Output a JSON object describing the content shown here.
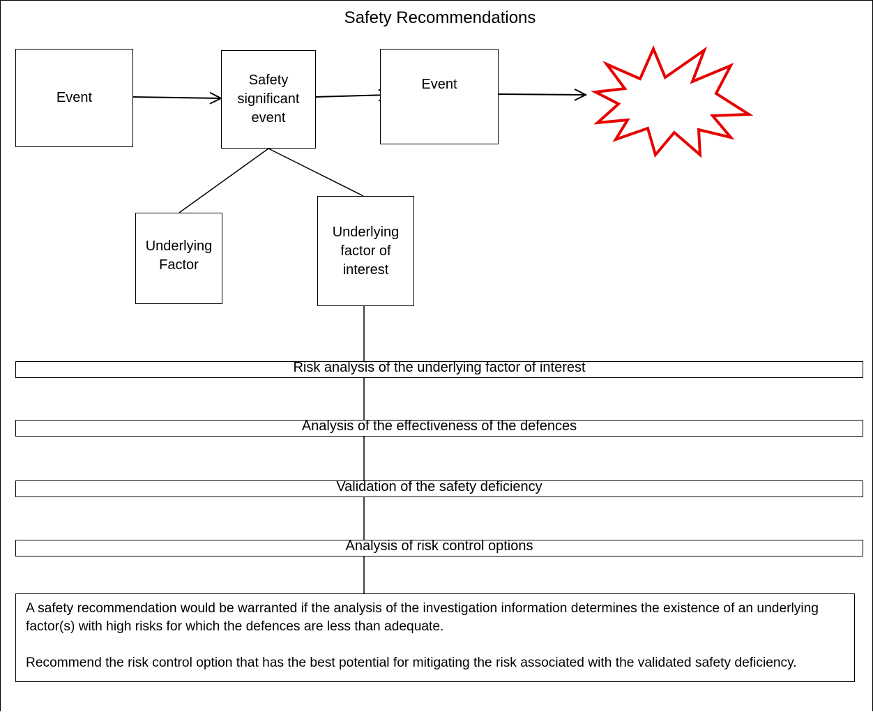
{
  "title": "Safety Recommendations",
  "boxes": {
    "event_1": "Event",
    "safety_significant_event": "Safety\nsignificant\nevent",
    "event_2": "Event",
    "underlying_factor": "Underlying\nFactor",
    "underlying_factor_of_interest": "Underlying\nfactor of\ninterest"
  },
  "steps": [
    "Risk analysis of the underlying factor of interest",
    "Analysis of the effectiveness of the defences",
    "Validation of the safety deficiency",
    "Analysis of risk control options"
  ],
  "conclusion": {
    "paragraph_1": "A safety recommendation would be warranted if the analysis of the investigation information determines the existence of an underlying factor(s) with high risks for which the defences are less than adequate.",
    "paragraph_2": "Recommend the risk control option that has the best potential for mitigating the risk associated with the validated safety deficiency."
  },
  "colors": {
    "line": "#000000",
    "accident_burst": "#e60000"
  },
  "icons": {
    "accident": "red-starburst-icon"
  }
}
